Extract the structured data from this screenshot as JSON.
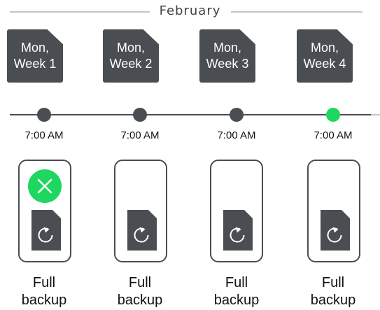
{
  "month": "February",
  "weeks": [
    {
      "day": "Mon,",
      "week": "Week 1",
      "time": "7:00 AM",
      "caption_line1": "Full",
      "caption_line2": "backup",
      "active": false,
      "status": "success"
    },
    {
      "day": "Mon,",
      "week": "Week 2",
      "time": "7:00 AM",
      "caption_line1": "Full",
      "caption_line2": "backup",
      "active": false,
      "status": ""
    },
    {
      "day": "Mon,",
      "week": "Week 3",
      "time": "7:00 AM",
      "caption_line1": "Full",
      "caption_line2": "backup",
      "active": false,
      "status": ""
    },
    {
      "day": "Mon,",
      "week": "Week 4",
      "time": "7:00 AM",
      "caption_line1": "Full",
      "caption_line2": "backup",
      "active": true,
      "status": ""
    }
  ],
  "colors": {
    "dark": "#4a4d52",
    "accent": "#1ed760",
    "line_light": "#c4c4c4"
  },
  "icons": {
    "status": "close-x-icon",
    "file": "backup-restore-file-icon"
  }
}
